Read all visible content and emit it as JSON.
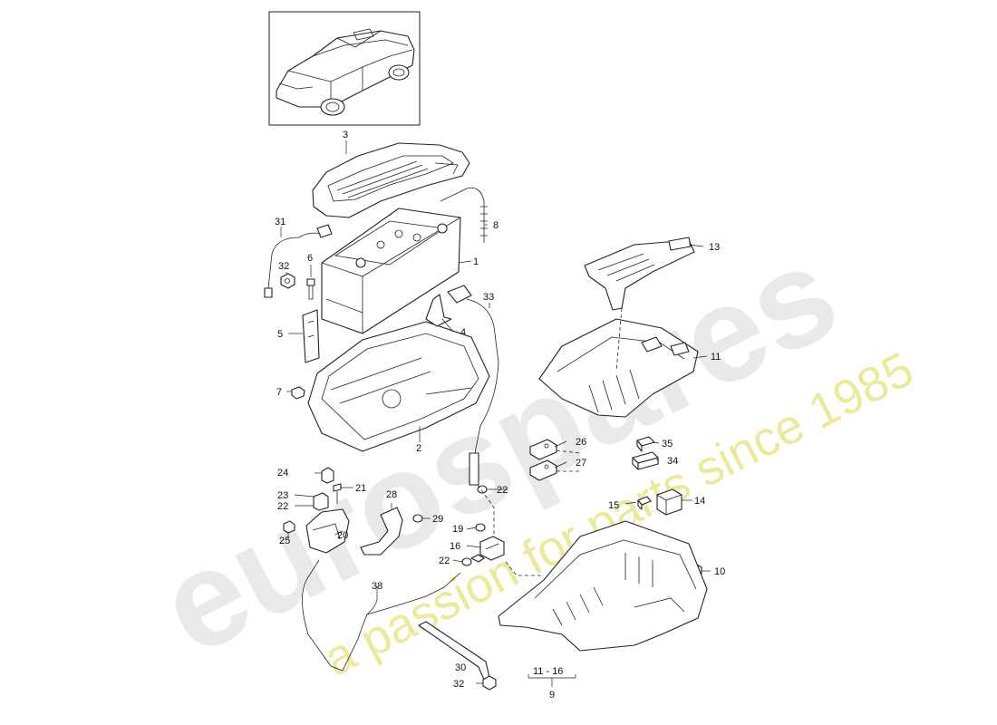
{
  "watermark": {
    "logo_text": "eurospares",
    "tagline": "a passion for parts since 1985"
  },
  "callouts": [
    {
      "id": "c1",
      "label": "1"
    },
    {
      "id": "c2",
      "label": "2"
    },
    {
      "id": "c3",
      "label": "3"
    },
    {
      "id": "c4",
      "label": "4"
    },
    {
      "id": "c5",
      "label": "5"
    },
    {
      "id": "c6",
      "label": "6"
    },
    {
      "id": "c7",
      "label": "7"
    },
    {
      "id": "c8",
      "label": "8"
    },
    {
      "id": "c9",
      "label": "9"
    },
    {
      "id": "c10",
      "label": "10"
    },
    {
      "id": "c11",
      "label": "11"
    },
    {
      "id": "c11_16",
      "label": "11 - 16"
    },
    {
      "id": "c13",
      "label": "13"
    },
    {
      "id": "c14",
      "label": "14"
    },
    {
      "id": "c15",
      "label": "15"
    },
    {
      "id": "c16",
      "label": "16"
    },
    {
      "id": "c19",
      "label": "19"
    },
    {
      "id": "c20",
      "label": "20"
    },
    {
      "id": "c21",
      "label": "21"
    },
    {
      "id": "c22a",
      "label": "22"
    },
    {
      "id": "c22b",
      "label": "22"
    },
    {
      "id": "c22c",
      "label": "22"
    },
    {
      "id": "c23",
      "label": "23"
    },
    {
      "id": "c24",
      "label": "24"
    },
    {
      "id": "c25",
      "label": "25"
    },
    {
      "id": "c26",
      "label": "26"
    },
    {
      "id": "c27",
      "label": "27"
    },
    {
      "id": "c28",
      "label": "28"
    },
    {
      "id": "c29",
      "label": "29"
    },
    {
      "id": "c30",
      "label": "30"
    },
    {
      "id": "c31",
      "label": "31"
    },
    {
      "id": "c32a",
      "label": "32"
    },
    {
      "id": "c32b",
      "label": "32"
    },
    {
      "id": "c33",
      "label": "33"
    },
    {
      "id": "c34",
      "label": "34"
    },
    {
      "id": "c35",
      "label": "35"
    },
    {
      "id": "c38",
      "label": "38"
    }
  ]
}
